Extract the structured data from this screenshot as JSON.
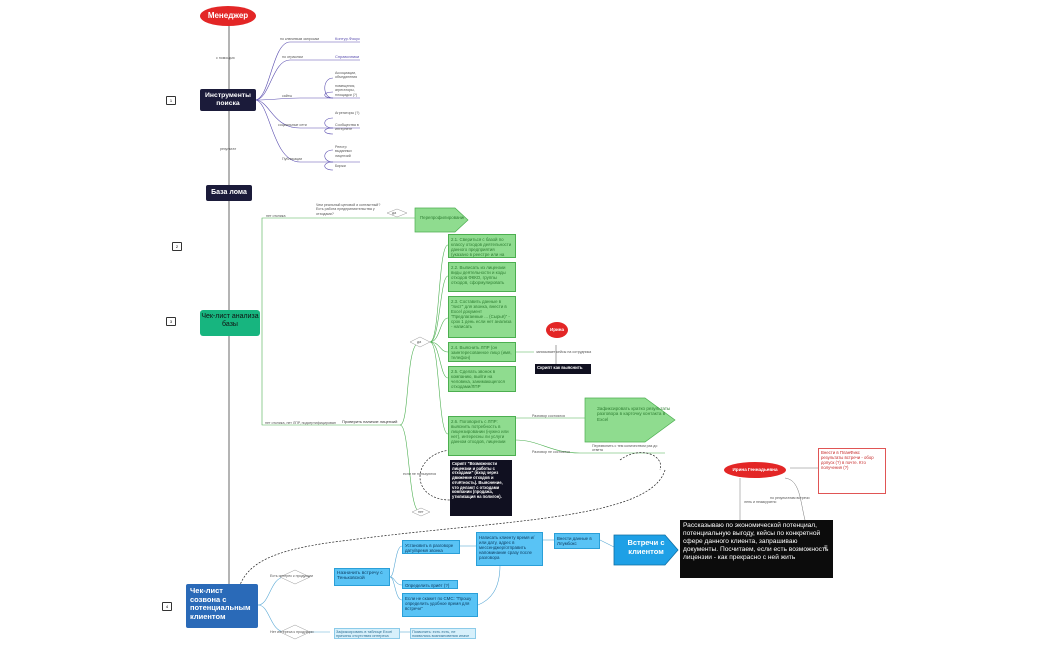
{
  "nodes": {
    "manager": "Менеджер",
    "search_tools": "Инструменты поиска",
    "base": "База лома",
    "checklist_base": "Чек-лист анализа базы",
    "checklist_call": "Чек-лист созвона с потенциальным клиентом",
    "meeting": "Встречи с клиентом",
    "irina_1": "Ирина",
    "irina_2": "Ирина Геннадьевна"
  },
  "numbers": [
    "1",
    "2",
    "3",
    "4"
  ],
  "search_branches": {
    "labels": [
      "по ключевым запросам",
      "по отраслям",
      "сайты",
      "социальные сети",
      "Публикации"
    ],
    "leaves": [
      "Контур.Фокус",
      "Справочники",
      "Ассоциации, объединения",
      "помещения, агрегаторы, площадки (?)",
      "Агрегаторы (?)",
      "Сообщества в интернете",
      "Реестр выданных лицензий",
      "Биржи"
    ]
  },
  "edge_labels": {
    "manager_tools": "с помощью",
    "tools_base": "результат",
    "base_top": "нет отклика",
    "base_bottom": "нет отклика, нет ЛПР, подсертифицирован",
    "question1": "Чем реальный ценовой и контактный? Есть работа предприниятельства у отходами?",
    "yes_small": "да",
    "check_label": "Проверить наличие лицензий",
    "da": "да",
    "net": "нет",
    "irina_edge": "записывает кейсы на сотрудника",
    "agreed": "Разговор состоялся",
    "not_agreed": "Разговор не состоялся",
    "retry": "Перезвонить с тем количеством раз до ответа",
    "dont_use": "если не пользуются",
    "interest_yes": "Есть интерес к продукции",
    "interest_no": "Нет интереса к продукции",
    "irina2_left": "лень и неаккуратно",
    "irina2_right": "по результатам встречи"
  },
  "green_boxes": {
    "reprofile": "Перепрофилирование",
    "g21": "2.1. Свериться с базой по классу отходов деятельности данного предприятия (указано в реестре или на сайте)",
    "g22": "2.2. Выписать из лицензии виды деятельности и коды отходов ФККО, группы отходов, сформулировать",
    "g23": "2.3. Составить данные в \"лист\" для звонка, внести в Excel документ \"Предлагаемые ... (Сырьё)\" - срок 1 день если нет анализа - написать",
    "g24": "2.4. Выяснить ЛПР (он заинтересованное лицо (имя, телефон)",
    "g25": "2.5. Сделать звонок в компанию, выйти на человека, занимающегося отходами/ЛПР",
    "g26": "2.6. Поговорить с ЛПР: выяснить потребность в лицензировании (нужно или нет), интересны ли услуги данном отходов, лицензии",
    "fix": "Зафиксировать кратко результаты разговора в карточку контакта в Excel"
  },
  "dark_boxes": {
    "script_speak": "Скрипт как выяснить",
    "script_license": "Скрипт \"Возможности лицензии и работы с отходами\" (вход через движение отходов и отчётность). Выяснение, что делают с отходами компании (продажа, утилизация на полигон).",
    "meeting_text": "Рассказываю по экономической потенциал, потенциальную выгоду, кейсы по конкретной сфере данного клиента, запрашиваю документы. Посчитаем, если есть возможность лицензии - как прекрасно с ней жить"
  },
  "call_boxes": {
    "assign": "Назначить встречу с Теньковской",
    "agree_time": "Установить в разговоре дату/время звонка",
    "define": "Определить приёт (?)",
    "sms": "Если не скажет по СМС: \"Прошу определить удобное время для встречи\"",
    "write_client": "Написать клиенту время и/или дату, адрес в мессенджер/отправить напоминание сразу после разговора",
    "enter_data": "Внести данные в Ллумбокс",
    "no_fix": "Зафиксировать в таблице Excel причины отсутствия интереса",
    "no_later": "Позвонить: есть есть, не появились возникновения иначе ли, вернулись"
  },
  "note_red": "Внести в ПланФикс результаты встречи - обор допуск (?) в почте. Кто получения (?)"
}
